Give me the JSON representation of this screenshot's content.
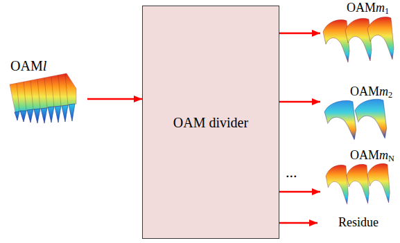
{
  "diagram": {
    "nodes": [
      {
        "text": [
          "OAMl"
        ]
      },
      {
        "text": [
          "OAM divider"
        ]
      },
      {
        "text": [
          "OAMm1"
        ]
      },
      {
        "text": [
          "OAMm2"
        ]
      },
      {
        "text": [
          "OAMmN"
        ]
      },
      {
        "text": [
          "Residue"
        ]
      }
    ],
    "edges": [
      {
        "from": 0,
        "to": 1,
        "arrow": "to"
      },
      {
        "from": 1,
        "to": 2,
        "arrow": "to"
      },
      {
        "from": 1,
        "to": 3,
        "arrow": "to"
      },
      {
        "from": 1,
        "to": 4,
        "arrow": "to"
      },
      {
        "from": 1,
        "to": 5,
        "arrow": "to"
      }
    ],
    "labels": [
      "..."
    ]
  }
}
